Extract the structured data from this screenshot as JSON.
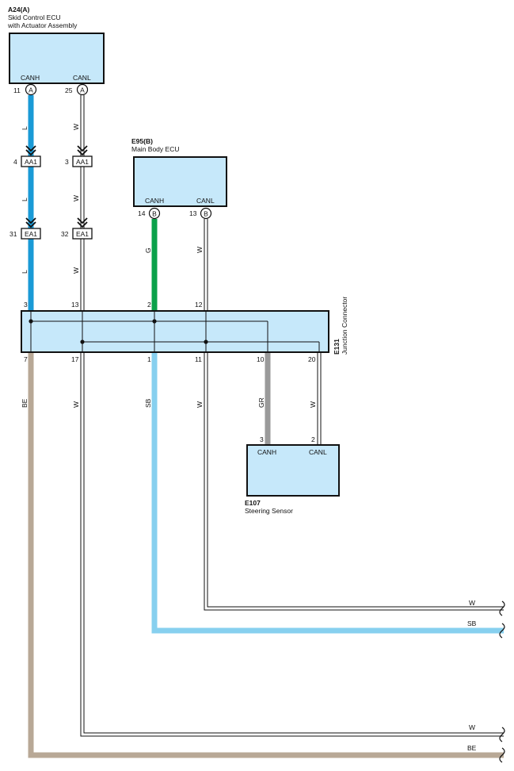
{
  "components": {
    "a24": {
      "code": "A24(A)",
      "name1": "Skid Control ECU",
      "name2": "with Actuator Assembly",
      "pin_canh": "CANH",
      "pin_canl": "CANL",
      "pin_canh_num": "11",
      "pin_canl_num": "25",
      "connector": "A"
    },
    "e95": {
      "code": "E95(B)",
      "name1": "Main Body ECU",
      "pin_canh": "CANH",
      "pin_canl": "CANL",
      "pin_canh_num": "14",
      "pin_canl_num": "13",
      "connector": "B"
    },
    "e131": {
      "code": "E131",
      "name1": "Junction Connector",
      "top_pins": [
        "3",
        "13",
        "2",
        "12"
      ],
      "bottom_pins": [
        "7",
        "17",
        "1",
        "11",
        "10",
        "20"
      ]
    },
    "e107": {
      "code": "E107",
      "name1": "Steering Sensor",
      "pin_canh": "CANH",
      "pin_canl": "CANL",
      "pin_canh_num": "3",
      "pin_canl_num": "2"
    }
  },
  "connectors": {
    "aa1_left": {
      "label": "AA1",
      "pin": "4"
    },
    "aa1_right": {
      "label": "AA1",
      "pin": "3"
    },
    "ea1_left": {
      "label": "EA1",
      "pin": "31"
    },
    "ea1_right": {
      "label": "EA1",
      "pin": "32"
    }
  },
  "wire_colors": {
    "l1": "L",
    "w1": "W",
    "l2": "L",
    "w2": "W",
    "l3": "L",
    "w3": "W",
    "g": "G",
    "w4": "W",
    "be": "BE",
    "w5": "W",
    "sb": "SB",
    "w6": "W",
    "gr": "GR",
    "w7": "W",
    "out_w1": "W",
    "out_sb": "SB",
    "out_w2": "W",
    "out_be": "BE"
  },
  "colors": {
    "L": "#1a9ad6",
    "G": "#0aa14a",
    "SB": "#87d0ef",
    "GR": "#9a9a9a",
    "BE": "#b8a896",
    "box_fill": "#c6e8fa"
  }
}
